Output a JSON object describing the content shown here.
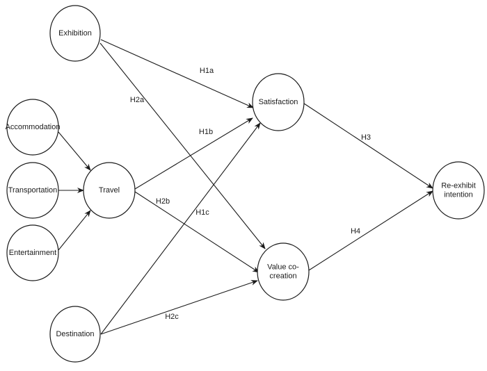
{
  "diagram": {
    "type": "structural-model",
    "nodes": [
      {
        "id": "exhibition",
        "label": [
          "Exhibition"
        ]
      },
      {
        "id": "accommodation",
        "label": [
          "Accommodation"
        ]
      },
      {
        "id": "transportation",
        "label": [
          "Transportation"
        ]
      },
      {
        "id": "entertainment",
        "label": [
          "Entertainment"
        ]
      },
      {
        "id": "travel",
        "label": [
          "Travel"
        ]
      },
      {
        "id": "destination",
        "label": [
          "Destination"
        ]
      },
      {
        "id": "satisfaction",
        "label": [
          "Satisfaction"
        ]
      },
      {
        "id": "value-cocreation",
        "label": [
          "Value co-",
          "creation"
        ]
      },
      {
        "id": "reexhibit-intention",
        "label": [
          "Re-exhibit",
          "intention"
        ]
      }
    ],
    "edges": [
      {
        "from": "accommodation",
        "to": "travel",
        "label": "",
        "arrow": true
      },
      {
        "from": "transportation",
        "to": "travel",
        "label": "",
        "arrow": true
      },
      {
        "from": "entertainment",
        "to": "travel",
        "label": "",
        "arrow": true
      },
      {
        "from": "exhibition",
        "to": "satisfaction",
        "label": "H1a",
        "arrow": true
      },
      {
        "from": "exhibition",
        "to": "value-cocreation",
        "label": "H2a",
        "arrow": true
      },
      {
        "from": "travel",
        "to": "satisfaction",
        "label": "H1b",
        "arrow": true
      },
      {
        "from": "travel",
        "to": "value-cocreation",
        "label": "H2b",
        "arrow": true
      },
      {
        "from": "destination",
        "to": "satisfaction",
        "label": "H1c",
        "arrow": true
      },
      {
        "from": "destination",
        "to": "value-cocreation",
        "label": "H2c",
        "arrow": true
      },
      {
        "from": "satisfaction",
        "to": "reexhibit-intention",
        "label": "H3",
        "arrow": true
      },
      {
        "from": "value-cocreation",
        "to": "reexhibit-intention",
        "label": "H4",
        "arrow": true
      }
    ]
  }
}
